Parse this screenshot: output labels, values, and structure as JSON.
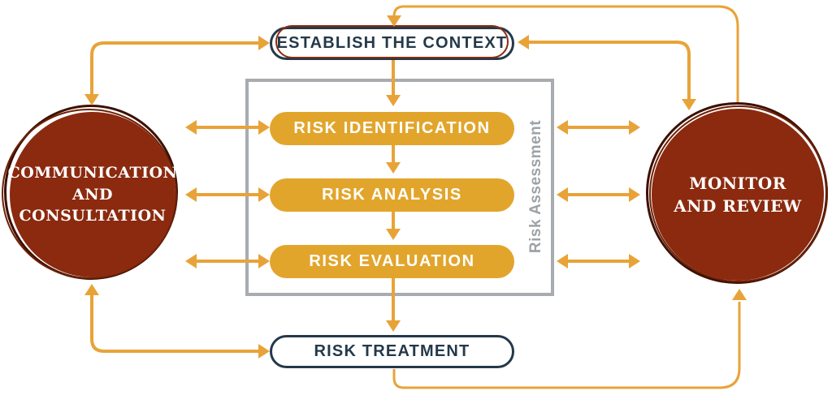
{
  "colors": {
    "arrow": "#E8A338",
    "gold_pill": "#E2A52C",
    "navy": "#24394A",
    "circle_red": "#8B2A0F",
    "ring_dark": "#3D1002",
    "ring_mid": "#6E2005",
    "box_gray": "#A8ACB0",
    "side_label_gray": "#9DA2A6",
    "background": "#FFFFFF"
  },
  "diagram": {
    "establish_context": {
      "label": "ESTABLISH THE CONTEXT"
    },
    "risk_assessment": {
      "side_label": "Risk Assessment",
      "steps": [
        {
          "label": "RISK IDENTIFICATION"
        },
        {
          "label": "RISK ANALYSIS"
        },
        {
          "label": "RISK EVALUATION"
        }
      ]
    },
    "risk_treatment": {
      "label": "RISK TREATMENT"
    },
    "communication_circle": {
      "lines": [
        "COMMUNICATION",
        "AND",
        "CONSULTATION"
      ]
    },
    "monitor_circle": {
      "lines": [
        "MONITOR",
        "AND REVIEW"
      ]
    }
  }
}
